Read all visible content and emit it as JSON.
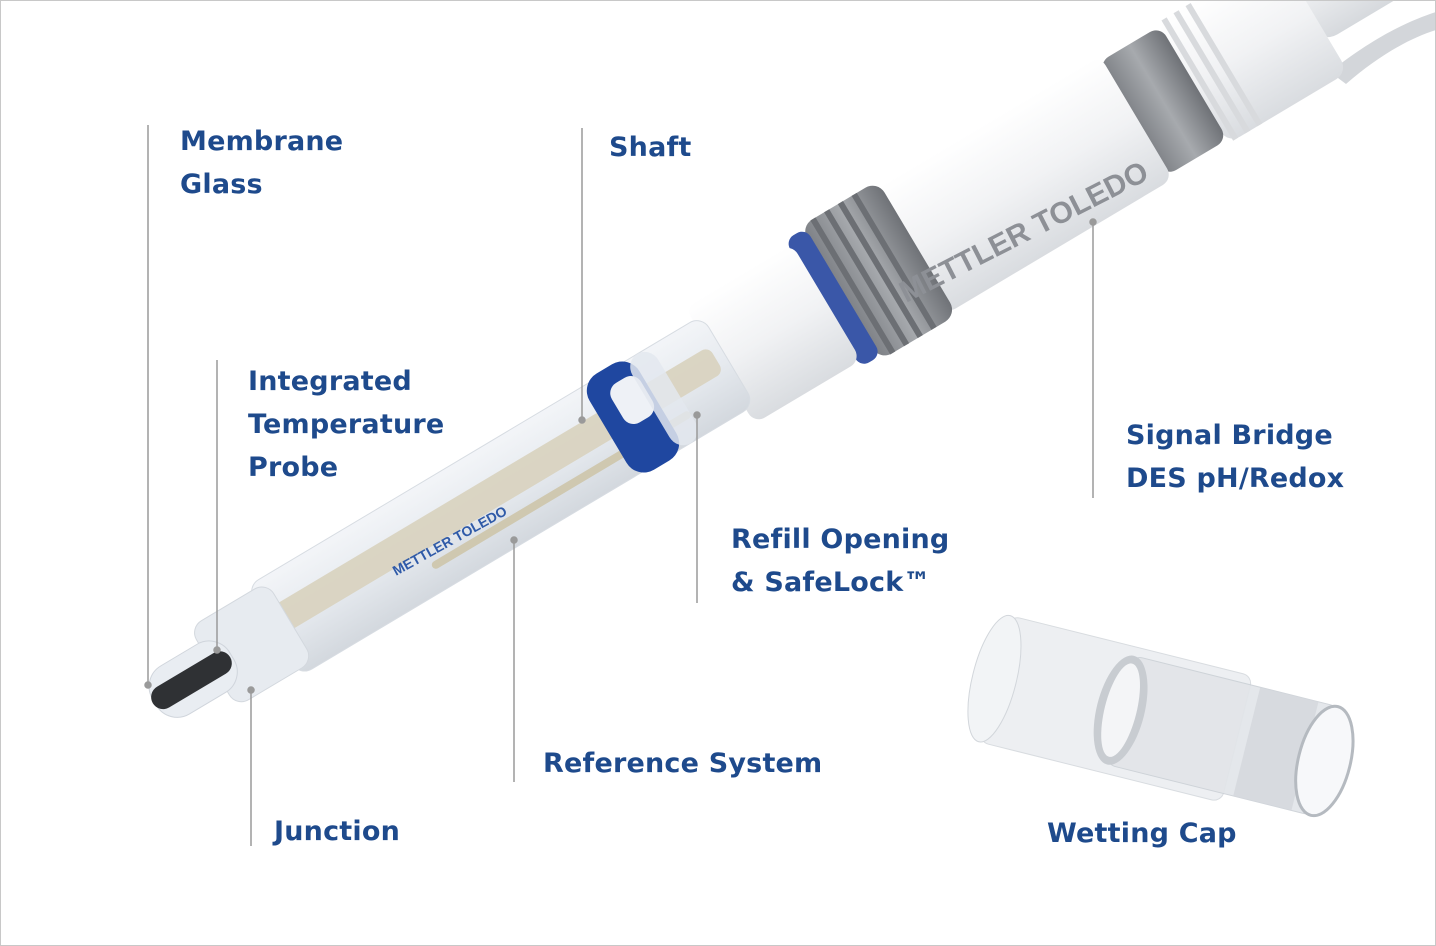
{
  "diagram": {
    "brand_colors": {
      "label": "#1e4a8c",
      "safelock": "#1f47a0",
      "collar": "#3a57a8",
      "leader": "#9a9a9a"
    },
    "brand_text": {
      "large": "METTLER TOLEDO",
      "small": "METTLER TOLEDO"
    },
    "labels": {
      "membrane_glass": [
        "Membrane",
        "Glass"
      ],
      "shaft": [
        "Shaft"
      ],
      "temperature_probe": [
        "Integrated",
        "Temperature",
        "Probe"
      ],
      "signal_bridge": [
        "Signal Bridge",
        "DES pH/Redox"
      ],
      "refill_opening": [
        "Refill Opening",
        "& SafeLock™"
      ],
      "reference_system": [
        "Reference System"
      ],
      "junction": [
        "Junction"
      ],
      "wetting_cap": [
        "Wetting Cap"
      ]
    }
  }
}
